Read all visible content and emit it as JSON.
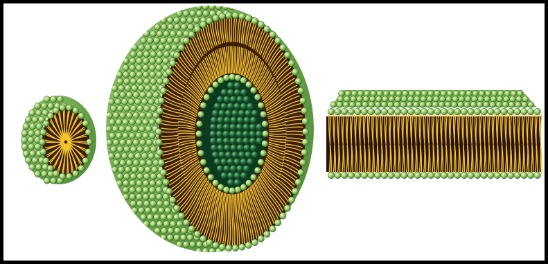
{
  "figure": {
    "frame_color": "#000000",
    "background": "#ffffff",
    "colors": {
      "head_light": "#e4f5c4",
      "head_mid": "#9ccd6a",
      "head_dark": "#3f7a2c",
      "inner_head_light": "#8fd0a0",
      "inner_head_dark": "#0e4a2a",
      "tail": "#f1c232",
      "tail_dark": "#d19a1a",
      "core": "#3a1d0e"
    },
    "panels": [
      {
        "id": "micelle",
        "structure": "micelle"
      },
      {
        "id": "liposome",
        "structure": "liposome-cross-section"
      },
      {
        "id": "bilayer",
        "structure": "bilayer-sheet"
      }
    ]
  }
}
